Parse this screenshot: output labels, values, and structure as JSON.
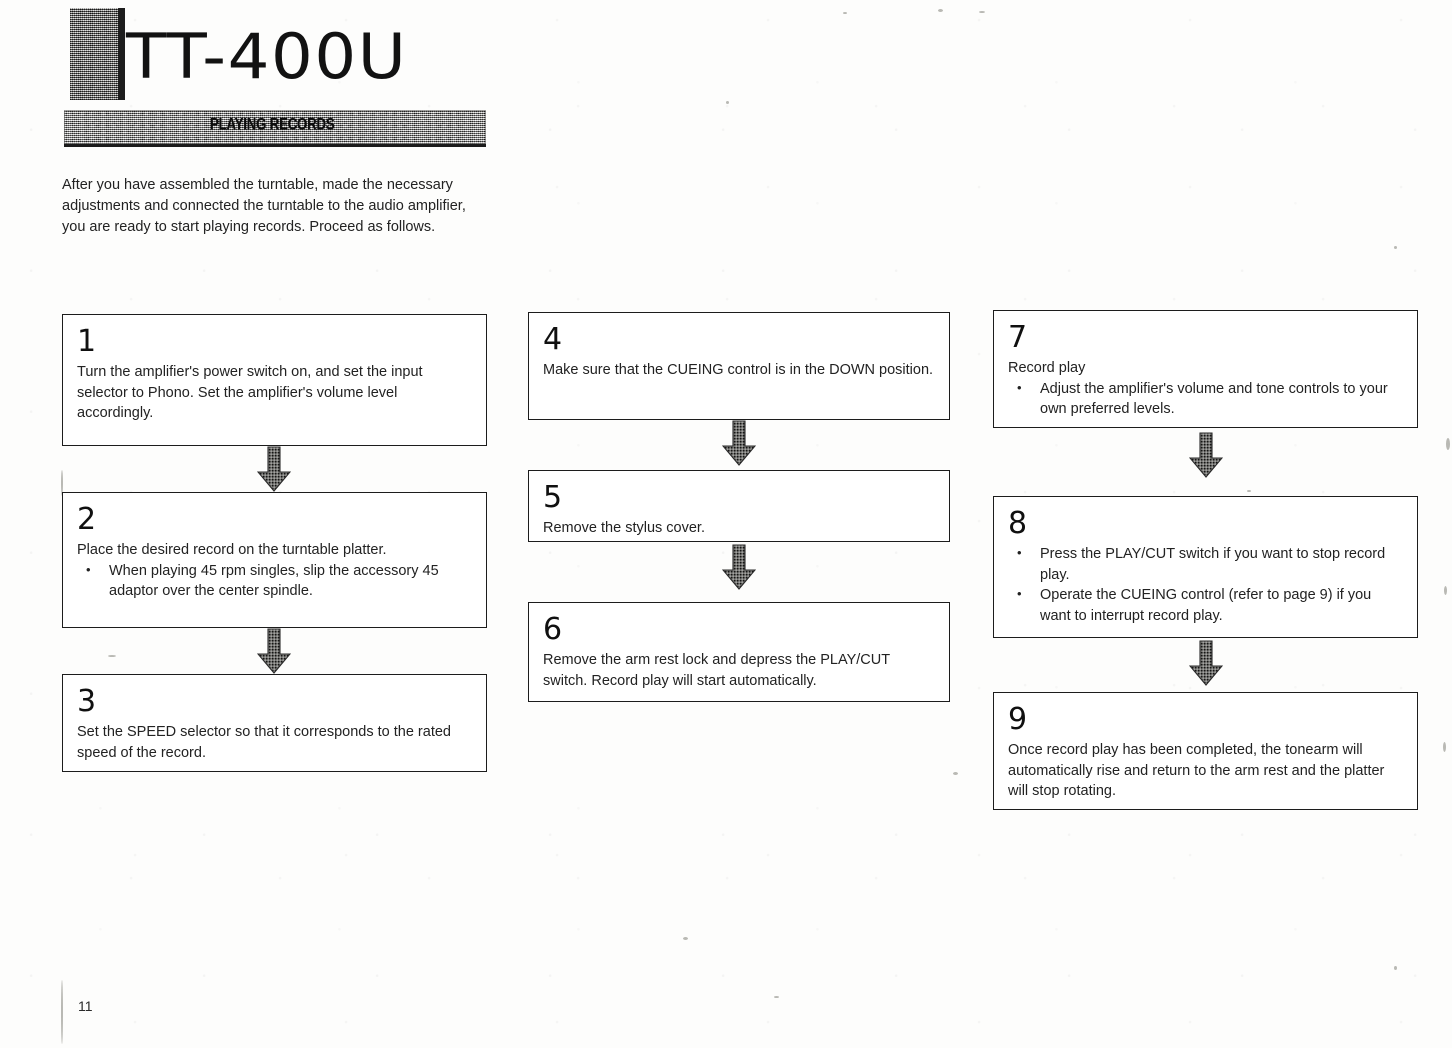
{
  "document": {
    "model_title": "TT-400U",
    "section_title": "PLAYING RECORDS",
    "page_number": "11",
    "intro": "After you have assembled the turntable, made the necessary adjustments and connected the turntable to the audio amplifier, you are ready to start playing records. Proceed as follows."
  },
  "steps": {
    "s1": {
      "number": "1",
      "text": "Turn the amplifier's power switch on, and set the input selector to Phono.  Set the amplifier's volume level accordingly."
    },
    "s2": {
      "number": "2",
      "text": "Place the desired record on the turntable platter.",
      "bullet1": "When playing 45 rpm singles, slip the accessory 45 adaptor over the center spindle."
    },
    "s3": {
      "number": "3",
      "text": "Set the SPEED selector so that it corresponds to the rated speed of the record."
    },
    "s4": {
      "number": "4",
      "text": "Make sure that the CUEING control is in the DOWN position."
    },
    "s5": {
      "number": "5",
      "text": "Remove the stylus cover."
    },
    "s6": {
      "number": "6",
      "text": "Remove the arm rest lock and depress the PLAY/CUT switch.  Record play will start automatically."
    },
    "s7": {
      "number": "7",
      "text": "Record play",
      "bullet1": "Adjust the amplifier's volume and tone controls to your own preferred levels."
    },
    "s8": {
      "number": "8",
      "bullet1": "Press the PLAY/CUT switch if you want to stop record play.",
      "bullet2": "Operate the CUEING control (refer to page 9) if you want to interrupt record play."
    },
    "s9": {
      "number": "9",
      "text": "Once record play has been completed, the tonearm will automatically rise and return to the arm rest and the platter will stop rotating."
    }
  },
  "colors": {
    "ink": "#1c1c1c",
    "paper": "#fdfdfc",
    "band_gray": "#a5a5a1",
    "arrow_gray": "#7a7a77"
  }
}
